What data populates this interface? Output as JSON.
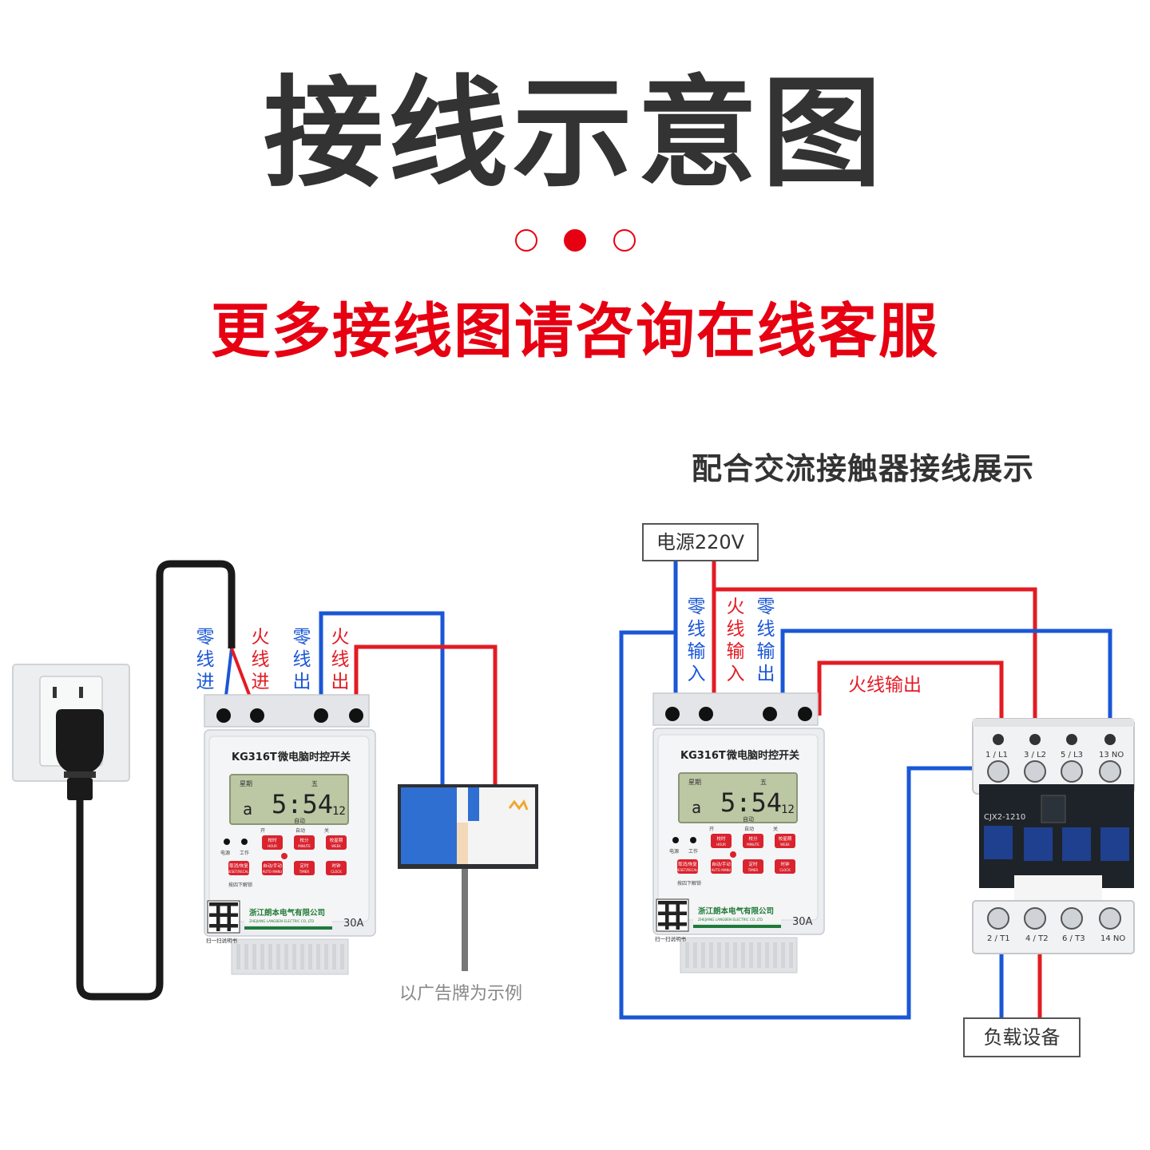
{
  "title": "接线示意图",
  "subtitle": "更多接线图请咨询在线客服",
  "right_heading": "配合交流接触器接线展示",
  "left": {
    "labels": {
      "neutral_in": "零线进",
      "live_in": "火线进",
      "neutral_out": "零线出",
      "live_out": "火线出"
    },
    "caption": "以广告牌为示例"
  },
  "right": {
    "power_label": "电源220V",
    "load_label": "负载设备",
    "labels": {
      "neutral_input": "零线输入",
      "live_input": "火线输入",
      "neutral_output": "零线输出",
      "live_output": "火线输出"
    }
  },
  "device": {
    "model": "KG316T",
    "name": "微电脑时控开关",
    "display_week_label": "星期",
    "display_day": "五",
    "display_time": "5:54",
    "display_seconds": "12",
    "display_mode_char": "a",
    "display_auto": "自动",
    "status_on": "开",
    "status_auto": "自动",
    "status_off": "关",
    "indicator_power": "电源",
    "indicator_work": "工作",
    "buttons": [
      {
        "cn": "校时",
        "en": "HOUR"
      },
      {
        "cn": "校分",
        "en": "MINUTE"
      },
      {
        "cn": "校星期",
        "en": "WEEK"
      },
      {
        "cn": "取消/恢复",
        "en": "RESET/RECALL"
      },
      {
        "cn": "自动/手动",
        "en": "AUTO MANU"
      },
      {
        "cn": "定时",
        "en": "TIMER"
      },
      {
        "cn": "时钟",
        "en": "CLOCK"
      }
    ],
    "unlock_hint": "按四下解锁",
    "company_cn": "浙江朗本电气有限公司",
    "company_en": "ZHEJIANG LANGBEN ELECTRIC CO.,LTD",
    "rating": "30A",
    "qr_hint": "扫一扫说明书"
  },
  "contactor": {
    "model": "CJX2-1210",
    "top_terminals": [
      "1 / L1",
      "3 / L2",
      "5 / L3",
      "13 NO"
    ],
    "bottom_terminals": [
      "2 / T1",
      "4 / T2",
      "6 / T3",
      "14 NO"
    ]
  },
  "colors": {
    "title": "#333333",
    "accent_red": "#e60012",
    "wire_blue": "#1a57d6",
    "wire_red": "#e31b23",
    "cable_black": "#1a1a1a",
    "device_body": "#ebedf0",
    "button_red": "#d9232e",
    "lcd_green": "#bcc7a4"
  }
}
